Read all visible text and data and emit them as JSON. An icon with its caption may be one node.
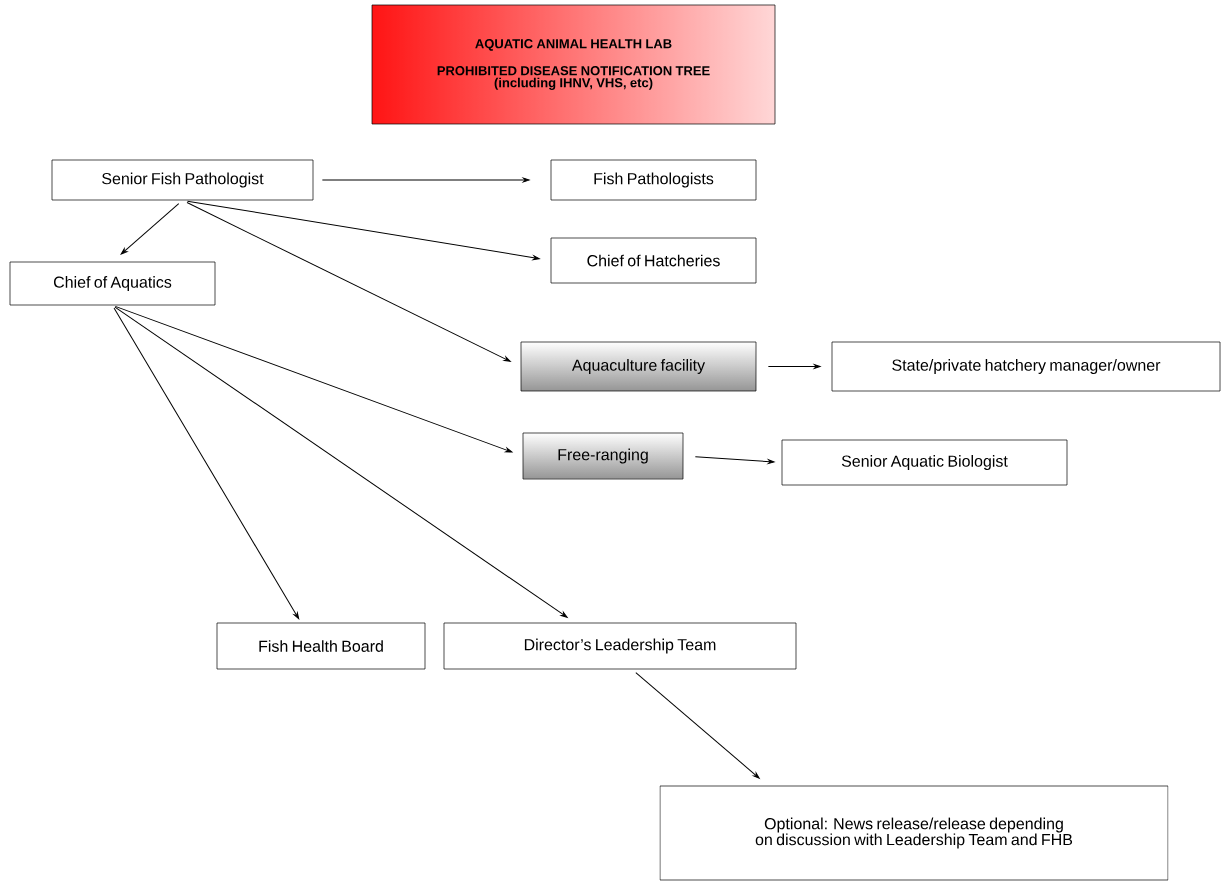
{
  "diagram": {
    "nodes": [
      {
        "text": [
          "AQUATIC ANIMAL HEALTH LAB",
          "PROHIBITED DISEASE NOTIFICATION TREE",
          "(including IHNV, VHS, etc)"
        ]
      },
      {
        "text": [
          "Senior Fish Pathologist"
        ]
      },
      {
        "text": [
          "Fish Pathologists"
        ]
      },
      {
        "text": [
          "Chief of Hatcheries"
        ]
      },
      {
        "text": [
          "Chief of Aquatics"
        ]
      },
      {
        "text": [
          "Aquaculture facility"
        ]
      },
      {
        "text": [
          "State/private hatchery manager/owner"
        ]
      },
      {
        "text": [
          "Free-ranging"
        ]
      },
      {
        "text": [
          "Senior Aquatic Biologist"
        ]
      },
      {
        "text": [
          "Fish Health Board"
        ]
      },
      {
        "text": [
          "Director’s Leadership Team"
        ]
      },
      {
        "text": [
          "Optional: News release/release depending on discussion with Leadership Team and FHB"
        ]
      }
    ],
    "edges": [
      {
        "from": 1,
        "to": 2,
        "arrow": "to"
      },
      {
        "from": 1,
        "to": 4,
        "arrow": "to"
      },
      {
        "from": 1,
        "to": 3,
        "arrow": "to"
      },
      {
        "from": 1,
        "to": 5,
        "arrow": "to"
      },
      {
        "from": 4,
        "to": 7,
        "arrow": "to"
      },
      {
        "from": 4,
        "to": 9,
        "arrow": "to"
      },
      {
        "from": 4,
        "to": 10,
        "arrow": "to"
      },
      {
        "from": 5,
        "to": 6,
        "arrow": "to"
      },
      {
        "from": 7,
        "to": 8,
        "arrow": "to"
      },
      {
        "from": 10,
        "to": 11,
        "arrow": "to"
      }
    ]
  }
}
